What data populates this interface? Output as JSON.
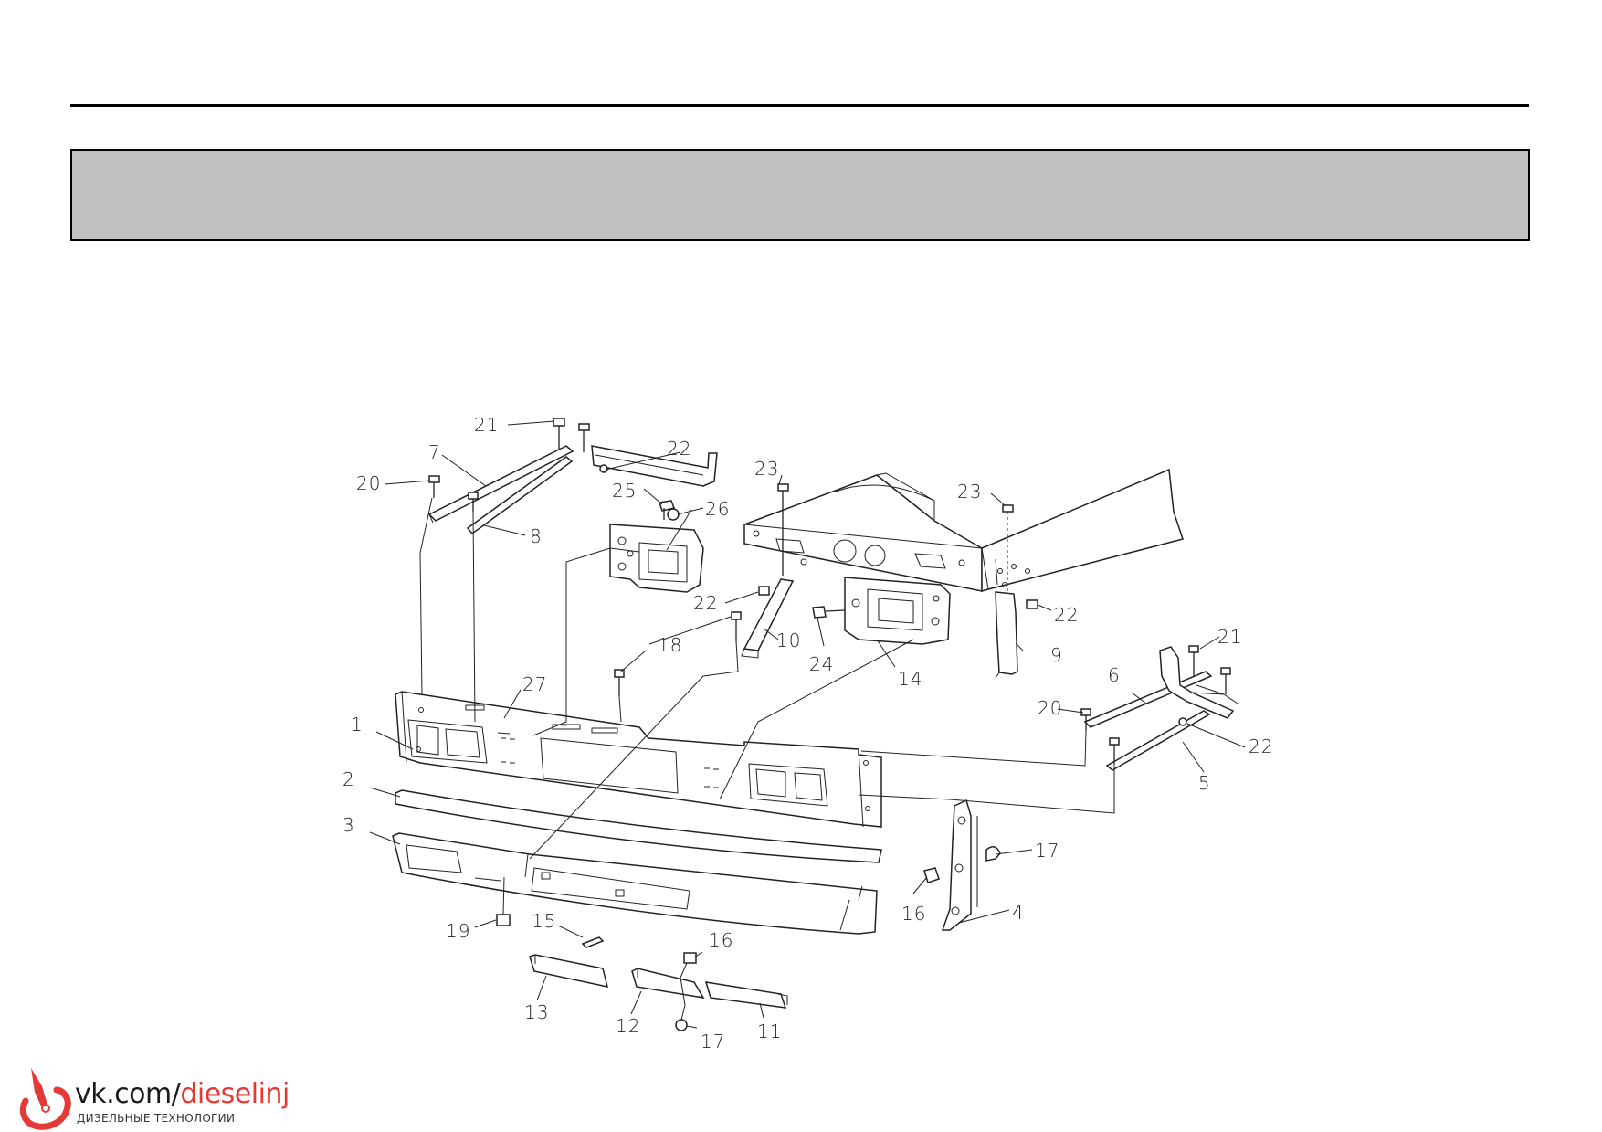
{
  "header": {
    "title": ""
  },
  "callouts": [
    "1",
    "2",
    "3",
    "4",
    "5",
    "6",
    "7",
    "8",
    "9",
    "10",
    "11",
    "12",
    "13",
    "14",
    "15",
    "16",
    "16",
    "17",
    "17",
    "18",
    "19",
    "20",
    "20",
    "21",
    "21",
    "22",
    "22",
    "22",
    "22",
    "23",
    "23",
    "24",
    "25",
    "26",
    "27"
  ],
  "watermark": {
    "host": "vk.com/",
    "path": "dieselinj",
    "subtitle": "ДИЗЕЛЬНЫЕ ТЕХНОЛОГИИ"
  },
  "colors": {
    "band": "#c0c0c0",
    "line": "#222222",
    "brand": "#e53935"
  }
}
